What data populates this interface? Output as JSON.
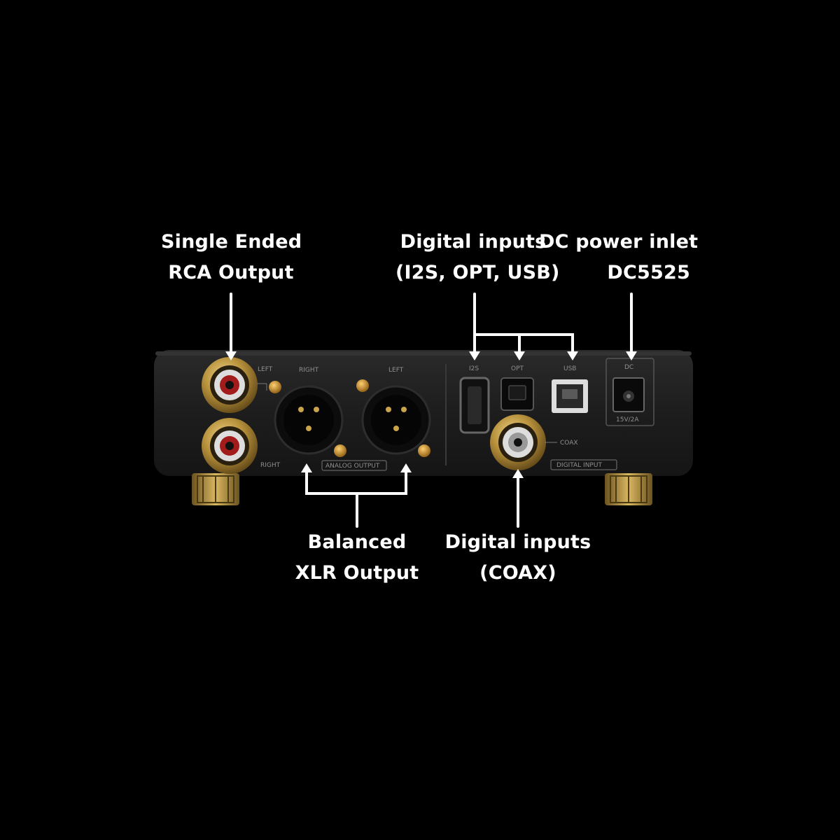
{
  "callouts": {
    "rca": {
      "line1": "Single Ended",
      "line2": "RCA Output"
    },
    "digital_top": {
      "line1": "Digital inputs",
      "line2": "(I2S, OPT, USB)"
    },
    "dc": {
      "line1": "DC power inlet",
      "line2": "DC5525"
    },
    "xlr": {
      "line1": "Balanced",
      "line2": "XLR Output"
    },
    "coax": {
      "line1": "Digital inputs",
      "line2": "(COAX)"
    }
  },
  "panel_labels": {
    "left": "LEFT",
    "right_rca": "RIGHT",
    "xlr_right": "RIGHT",
    "xlr_left": "LEFT",
    "analog_output": "ANALOG OUTPUT",
    "i2s": "I2S",
    "opt": "OPT",
    "usb": "USB",
    "dc": "DC",
    "dc_rating": "15V/2A",
    "coax": "COAX",
    "digital_input": "DIGITAL INPUT"
  },
  "colors": {
    "background": "#000000",
    "chassis": "#1c1c1c",
    "gold": "#c9a44a",
    "text": "#ffffff"
  }
}
